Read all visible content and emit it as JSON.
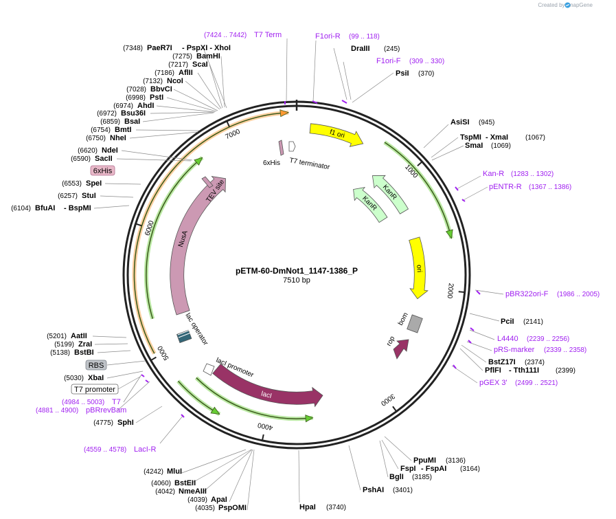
{
  "credit": {
    "text": "Created by SnapGene",
    "logo_icon": "snapgene-logo-icon"
  },
  "plasmid": {
    "name": "pETM-60-DmNot1_1147-1386_P",
    "length_label": "7510 bp",
    "length": 7510
  },
  "ticks": [
    {
      "pos": 1000,
      "label": "1000"
    },
    {
      "pos": 2000,
      "label": "2000"
    },
    {
      "pos": 3000,
      "label": "3000"
    },
    {
      "pos": 4000,
      "label": "4000"
    },
    {
      "pos": 5000,
      "label": "5000"
    },
    {
      "pos": 6000,
      "label": "6000"
    },
    {
      "pos": 7000,
      "label": "7000"
    }
  ],
  "colors": {
    "backbone": "#222222",
    "primer": "#a020f0",
    "f1ori": "#ffff00",
    "kanr": "#ccffcc",
    "ori": "#ffff00",
    "laci": "#993366",
    "nusa": "#cc99b3",
    "bom": "#aaaaaa",
    "green_ring": "#66cc33",
    "orange_ring": "#ff9933"
  },
  "features": [
    {
      "name": "f1 ori",
      "label": "f1 ori",
      "type": "arrow",
      "start": 110,
      "end": 560,
      "dir": 1,
      "ring": 0.86,
      "width": 14,
      "color": "#ffff00",
      "label_inside": true
    },
    {
      "name": "KanR-1",
      "label": "KanR",
      "type": "arrow",
      "start": 780,
      "end": 1240,
      "dir": -1,
      "ring": 0.73,
      "width": 14,
      "color": "#ccffcc",
      "label_inside": true
    },
    {
      "name": "KanR-2",
      "label": "KanR",
      "type": "arrow",
      "start": 700,
      "end": 1200,
      "dir": -1,
      "ring": 0.6,
      "width": 14,
      "color": "#ccffcc",
      "label_inside": true
    },
    {
      "name": "ori",
      "label": "ori",
      "type": "arrow",
      "start": 1520,
      "end": 2110,
      "dir": 1,
      "ring": 0.72,
      "width": 16,
      "color": "#ffff00",
      "label_inside": true
    },
    {
      "name": "lacI",
      "label": "lacI",
      "type": "arrow",
      "start": 3500,
      "end": 4600,
      "dir": -1,
      "ring": 0.72,
      "width": 18,
      "color": "#993366",
      "label_inside": true
    },
    {
      "name": "NusA",
      "label": "NusA",
      "type": "arrow",
      "start": 5250,
      "end": 6750,
      "dir": 1,
      "ring": 0.7,
      "width": 20,
      "color": "#cc99b3",
      "label_inside": true
    }
  ],
  "ring_features": [
    {
      "name": "green-arc-kan",
      "start": 700,
      "end": 1600,
      "dir": 1,
      "ring": 0.93,
      "color": "#66cc33"
    },
    {
      "name": "green-arc-laci",
      "start": 3620,
      "end": 4680,
      "dir": -1,
      "ring": 0.84,
      "color": "#66cc33"
    },
    {
      "name": "green-arc-laci-lower",
      "start": 4360,
      "end": 4760,
      "dir": -1,
      "ring": 0.93,
      "color": "#66cc33"
    },
    {
      "name": "green-arc-nusa",
      "start": 5280,
      "end": 6700,
      "dir": 1,
      "ring": 0.88,
      "color": "#66cc33"
    },
    {
      "name": "orange-arc",
      "start": 5030,
      "end": 7450,
      "dir": 1,
      "ring": 0.95,
      "color": "#ff9933"
    }
  ],
  "small_features": [
    {
      "name": "6xHis",
      "label": "6xHis"
    },
    {
      "name": "T7 terminator",
      "label": "T7 terminator"
    },
    {
      "name": "TEV site",
      "label": "TEV site"
    },
    {
      "name": "lac operator",
      "label": "lac operator"
    },
    {
      "name": "lacI promoter",
      "label": "lacI promoter"
    },
    {
      "name": "bom",
      "label": "bom"
    },
    {
      "name": "rop",
      "label": "rop"
    }
  ],
  "sites": {
    "left": [
      {
        "name": "PaeR7I",
        "extra": "- PspXI  - XhoI",
        "pos": "(7348)"
      },
      {
        "name": "BamHI",
        "pos": "(7275)"
      },
      {
        "name": "ScaI",
        "pos": "(7217)"
      },
      {
        "name": "AflII",
        "pos": "(7186)"
      },
      {
        "name": "NcoI",
        "pos": "(7132)"
      },
      {
        "name": "BbvCI",
        "pos": "(7028)"
      },
      {
        "name": "PstI",
        "pos": "(6998)"
      },
      {
        "name": "AhdI",
        "pos": "(6974)"
      },
      {
        "name": "Bsu36I",
        "pos": "(6972)"
      },
      {
        "name": "BsaI",
        "pos": "(6859)"
      },
      {
        "name": "BmtI",
        "pos": "(6754)"
      },
      {
        "name": "NheI",
        "pos": "(6750)"
      },
      {
        "name": "NdeI",
        "pos": "(6620)"
      },
      {
        "name": "SacII",
        "pos": "(6590)"
      },
      {
        "name": "SpeI",
        "pos": "(6553)"
      },
      {
        "name": "StuI",
        "pos": "(6257)"
      },
      {
        "name": "BfuAI",
        "extra": "- BspMI",
        "pos": "(6104)"
      },
      {
        "name": "AatII",
        "pos": "(5201)"
      },
      {
        "name": "ZraI",
        "pos": "(5199)"
      },
      {
        "name": "BstBI",
        "pos": "(5138)"
      },
      {
        "name": "XbaI",
        "pos": "(5030)"
      },
      {
        "name": "SphI",
        "pos": "(4775)"
      }
    ],
    "right": [
      {
        "name": "DraIII",
        "pos": "(245)"
      },
      {
        "name": "PsiI",
        "pos": "(370)"
      },
      {
        "name": "AsiSI",
        "pos": "(945)"
      },
      {
        "name": "TspMI",
        "extra": "- XmaI",
        "pos": "(1067)"
      },
      {
        "name": "SmaI",
        "pos": "(1069)"
      },
      {
        "name": "PciI",
        "pos": "(2141)"
      },
      {
        "name": "BstZ17I",
        "pos": "(2374)"
      },
      {
        "name": "PflFI",
        "extra": "- Tth111I",
        "pos": "(2399)"
      }
    ],
    "bottom": [
      {
        "name": "PpuMI",
        "pos": "(3136)"
      },
      {
        "name": "FspI",
        "extra": "- FspAI",
        "pos": "(3164)"
      },
      {
        "name": "BglI",
        "pos": "(3185)"
      },
      {
        "name": "PshAI",
        "pos": "(3401)"
      },
      {
        "name": "HpaI",
        "pos": "(3740)"
      },
      {
        "name": "MluI",
        "pos": "(4242)"
      },
      {
        "name": "BstEII",
        "pos": "(4060)"
      },
      {
        "name": "NmeAIII",
        "pos": "(4042)"
      },
      {
        "name": "ApaI",
        "pos": "(4039)"
      },
      {
        "name": "PspOMI",
        "pos": "(4035)"
      }
    ]
  },
  "primers": [
    {
      "name": "T7 Term",
      "range": "(7424 .. 7442)"
    },
    {
      "name": "F1ori-R",
      "range": "(99 .. 118)"
    },
    {
      "name": "F1ori-F",
      "range": "(309 .. 330)"
    },
    {
      "name": "Kan-R",
      "range": "(1283 .. 1302)"
    },
    {
      "name": "pENTR-R",
      "range": "(1367 .. 1386)"
    },
    {
      "name": "pBR322ori-F",
      "range": "(1986 .. 2005)"
    },
    {
      "name": "L4440",
      "range": "(2239 .. 2256)"
    },
    {
      "name": "pRS-marker",
      "range": "(2339 .. 2358)"
    },
    {
      "name": "pGEX 3'",
      "range": "(2499 .. 2521)"
    },
    {
      "name": "LacI-R",
      "range": "(4559 .. 4578)"
    },
    {
      "name": "pBRrevBam",
      "range": "(4881 .. 4900)"
    },
    {
      "name": "T7",
      "range": "(4984 .. 5003)"
    }
  ],
  "boxed_labels": [
    {
      "name": "6xHis",
      "label": "6xHis",
      "style": "pink"
    },
    {
      "name": "RBS",
      "label": "RBS",
      "style": "gray"
    },
    {
      "name": "T7 promoter",
      "label": "T7 promoter",
      "style": "white"
    }
  ]
}
